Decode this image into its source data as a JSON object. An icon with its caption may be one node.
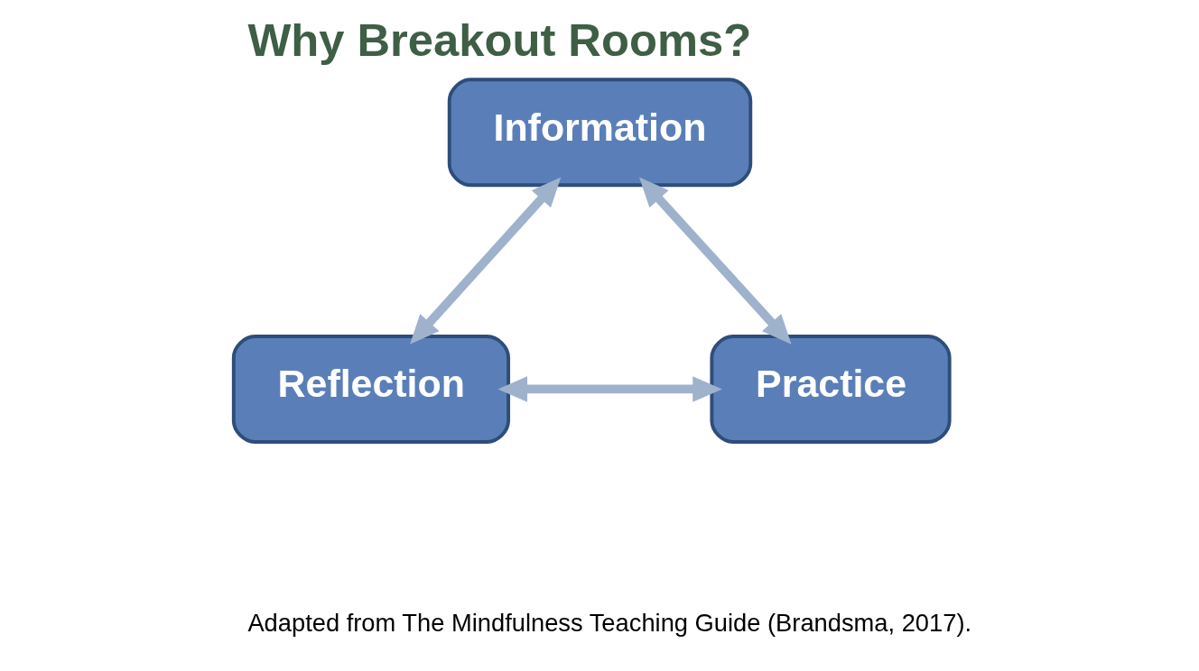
{
  "diagram": {
    "title": "Why Breakout Rooms?",
    "caption": "Adapted from The Mindfulness Teaching Guide (Brandsma, 2017).",
    "nodes": [
      {
        "text": [
          "Information"
        ]
      },
      {
        "text": [
          "Reflection"
        ]
      },
      {
        "text": [
          "Practice"
        ]
      }
    ],
    "edges": [
      {
        "from": 1,
        "to": 0,
        "arrow": "both"
      },
      {
        "from": 0,
        "to": 2,
        "arrow": "both"
      },
      {
        "from": 1,
        "to": 2,
        "arrow": "both"
      }
    ]
  }
}
